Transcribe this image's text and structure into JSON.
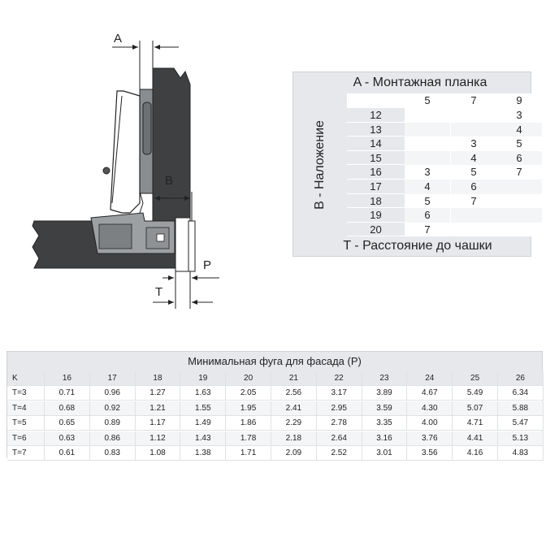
{
  "diagram": {
    "labels": {
      "a": "A",
      "b": "B",
      "p": "P",
      "t": "T"
    }
  },
  "overlay_table": {
    "title": "A - Монтажная планка",
    "side_label": "B - Наложение",
    "footer": "T - Расстояние до чашки",
    "columns": [
      "5",
      "7",
      "9"
    ],
    "rows": [
      {
        "b": "12",
        "values": [
          "",
          "",
          "3"
        ]
      },
      {
        "b": "13",
        "values": [
          "",
          "",
          "4"
        ]
      },
      {
        "b": "14",
        "values": [
          "",
          "3",
          "5"
        ]
      },
      {
        "b": "15",
        "values": [
          "",
          "4",
          "6"
        ]
      },
      {
        "b": "16",
        "values": [
          "3",
          "5",
          "7"
        ]
      },
      {
        "b": "17",
        "values": [
          "4",
          "6",
          ""
        ]
      },
      {
        "b": "18",
        "values": [
          "5",
          "7",
          ""
        ]
      },
      {
        "b": "19",
        "values": [
          "6",
          "",
          ""
        ]
      },
      {
        "b": "20",
        "values": [
          "7",
          "",
          ""
        ]
      }
    ]
  },
  "gap_table": {
    "title": "Минимальная фуга для фасада (P)",
    "corner": "K",
    "columns": [
      "16",
      "17",
      "18",
      "19",
      "20",
      "21",
      "22",
      "23",
      "24",
      "25",
      "26"
    ],
    "rows": [
      {
        "t": "T=3",
        "values": [
          "0.71",
          "0.96",
          "1.27",
          "1.63",
          "2.05",
          "2.56",
          "3.17",
          "3.89",
          "4.67",
          "5.49",
          "6.34"
        ]
      },
      {
        "t": "T=4",
        "values": [
          "0.68",
          "0.92",
          "1.21",
          "1.55",
          "1.95",
          "2.41",
          "2.95",
          "3.59",
          "4.30",
          "5.07",
          "5.88"
        ]
      },
      {
        "t": "T=5",
        "values": [
          "0.65",
          "0.89",
          "1.17",
          "1.49",
          "1.86",
          "2.29",
          "2.78",
          "3.35",
          "4.00",
          "4.71",
          "5.47"
        ]
      },
      {
        "t": "T=6",
        "values": [
          "0.63",
          "0.86",
          "1.12",
          "1.43",
          "1.78",
          "2.18",
          "2.64",
          "3.16",
          "3.76",
          "4.41",
          "5.13"
        ]
      },
      {
        "t": "T=7",
        "values": [
          "0.61",
          "0.83",
          "1.08",
          "1.38",
          "1.71",
          "2.09",
          "2.52",
          "3.01",
          "3.56",
          "4.16",
          "4.83"
        ]
      }
    ]
  }
}
